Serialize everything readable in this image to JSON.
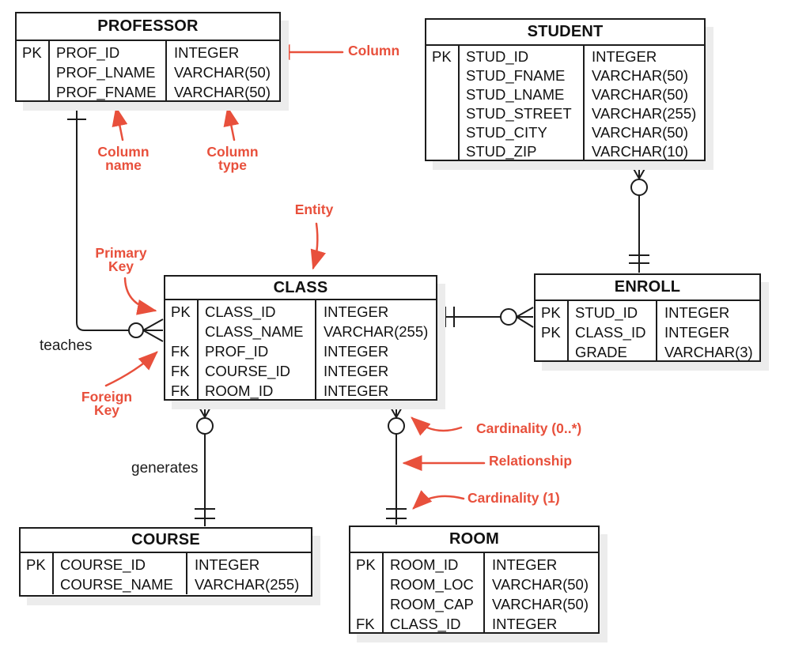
{
  "tables": {
    "professor": {
      "title": "PROFESSOR",
      "rows": [
        {
          "key": "PK",
          "name": "PROF_ID",
          "type": "INTEGER"
        },
        {
          "key": "",
          "name": "PROF_LNAME",
          "type": "VARCHAR(50)"
        },
        {
          "key": "",
          "name": "PROF_FNAME",
          "type": "VARCHAR(50)"
        }
      ]
    },
    "student": {
      "title": "STUDENT",
      "rows": [
        {
          "key": "PK",
          "name": "STUD_ID",
          "type": "INTEGER"
        },
        {
          "key": "",
          "name": "STUD_FNAME",
          "type": "VARCHAR(50)"
        },
        {
          "key": "",
          "name": "STUD_LNAME",
          "type": "VARCHAR(50)"
        },
        {
          "key": "",
          "name": "STUD_STREET",
          "type": "VARCHAR(255)"
        },
        {
          "key": "",
          "name": "STUD_CITY",
          "type": "VARCHAR(50)"
        },
        {
          "key": "",
          "name": "STUD_ZIP",
          "type": "VARCHAR(10)"
        }
      ]
    },
    "class": {
      "title": "CLASS",
      "rows": [
        {
          "key": "PK",
          "name": "CLASS_ID",
          "type": "INTEGER"
        },
        {
          "key": "",
          "name": "CLASS_NAME",
          "type": "VARCHAR(255)"
        },
        {
          "key": "FK",
          "name": "PROF_ID",
          "type": "INTEGER"
        },
        {
          "key": "FK",
          "name": "COURSE_ID",
          "type": "INTEGER"
        },
        {
          "key": "FK",
          "name": "ROOM_ID",
          "type": "INTEGER"
        }
      ]
    },
    "enroll": {
      "title": "ENROLL",
      "rows": [
        {
          "key": "PK",
          "name": "STUD_ID",
          "type": "INTEGER"
        },
        {
          "key": "PK",
          "name": "CLASS_ID",
          "type": "INTEGER"
        },
        {
          "key": "",
          "name": "GRADE",
          "type": "VARCHAR(3)"
        }
      ]
    },
    "course": {
      "title": "COURSE",
      "rows": [
        {
          "key": "PK",
          "name": "COURSE_ID",
          "type": "INTEGER"
        },
        {
          "key": "",
          "name": "COURSE_NAME",
          "type": "VARCHAR(255)"
        }
      ]
    },
    "room": {
      "title": "ROOM",
      "rows": [
        {
          "key": "PK",
          "name": "ROOM_ID",
          "type": "INTEGER"
        },
        {
          "key": "",
          "name": "ROOM_LOC",
          "type": "VARCHAR(50)"
        },
        {
          "key": "",
          "name": "ROOM_CAP",
          "type": "VARCHAR(50)"
        },
        {
          "key": "FK",
          "name": "CLASS_ID",
          "type": "INTEGER"
        }
      ]
    }
  },
  "relationship_labels": {
    "teaches": "teaches",
    "generates": "generates"
  },
  "annotations": {
    "column": "Column",
    "column_name": {
      "line1": "Column",
      "line2": "name"
    },
    "column_type": {
      "line1": "Column",
      "line2": "type"
    },
    "entity": "Entity",
    "primary_key": {
      "line1": "Primary",
      "line2": "Key"
    },
    "foreign_key": {
      "line1": "Foreign",
      "line2": "Key"
    },
    "cardinality_many": "Cardinality (0..*)",
    "relationship": "Relationship",
    "cardinality_one": "Cardinality (1)"
  },
  "colors": {
    "annotation_red": "#e8503c",
    "line_black": "#1c1c1c",
    "table_shadow": "#ececec",
    "table_background": "#ffffff"
  }
}
